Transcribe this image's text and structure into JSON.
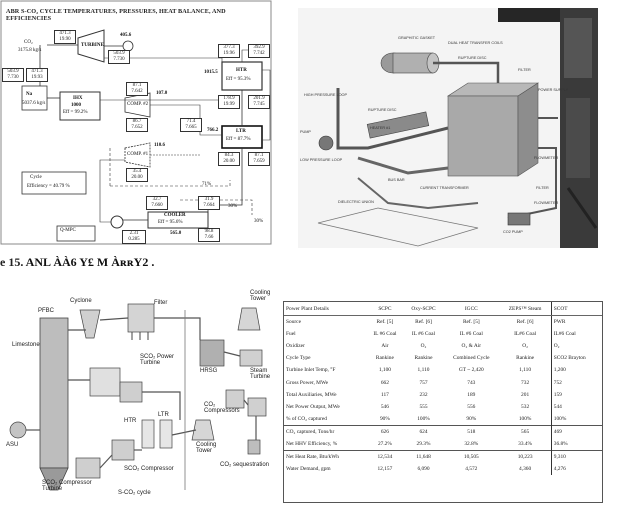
{
  "cycle_diagram": {
    "title": "ABR S-CO₂ CYCLE TEMPERATURES, PRESSURES, HEAT BALANCE, AND EFFICIENCIES",
    "co2_label": "CO₂",
    "co2_flow": "3175.8 kg/s",
    "na_label": "Na",
    "na_flow": "5037.6 kg/s",
    "turbine": "TURBINE",
    "turbine_power": "405.6",
    "ihx": "IHX",
    "ihx_duty": "1000",
    "ihx_eff": "Eff = 99.2%",
    "htr": "HTR",
    "htr_eff": "Eff = 95.3%",
    "ltr": "LTR",
    "ltr_eff": "Eff = 87.7%",
    "comp2": "COMP. #2",
    "comp1": "COMP. #1",
    "cooler": "COOLER",
    "cooler_eff": "Eff = 95.6%",
    "cycle_label": "Cycle",
    "cycle_eff": "Efficiency = 40.79 %",
    "htr_duty": "1015.5",
    "ltr_duty": "766.2",
    "comp2_power": "107.0",
    "comp1_power": "110.6",
    "cooler_duty": "565.0",
    "pct71": "71%",
    "pct30a": "30%",
    "pct30b": "30%",
    "qmpc": "Q-MPC",
    "boxes": [
      {
        "t": "471.3",
        "p": "19.90"
      },
      {
        "t": "503.9",
        "p": "7.730"
      },
      {
        "t": "471.3",
        "p": "19.93"
      },
      {
        "t": "503.9",
        "p": "7.730"
      },
      {
        "t": "377.3",
        "p": "19.96"
      },
      {
        "t": "392.9",
        "p": "7.742"
      },
      {
        "t": "178.9",
        "p": "19.99"
      },
      {
        "t": "201.9",
        "p": "7.745"
      },
      {
        "t": "87.1",
        "p": "7.642"
      },
      {
        "t": "86.7",
        "p": "7.652"
      },
      {
        "t": "71.4",
        "p": "7.665"
      },
      {
        "t": "84.3",
        "p": "20.00"
      },
      {
        "t": "87.1",
        "p": "7.659"
      },
      {
        "t": "32.7",
        "p": "7.660"
      },
      {
        "t": "31.9",
        "p": "7.664"
      },
      {
        "t": "35.4",
        "p": "20.00"
      },
      {
        "t": "98.8",
        "p": "7.66"
      },
      {
        "t": "2.31",
        "p": "0.285"
      }
    ]
  },
  "apparatus": {
    "labels": [
      "GRAPHITIC GASKET",
      "DUAL HEAT TRANSFER COILS",
      "RUPTURE DISC",
      "FILTER",
      "POWER SUPPLY",
      "HIGH PRESSURE LOOP",
      "RUPTURE DISC",
      "HEATER #1",
      "FLOWMETER",
      "PUMP",
      "LOW PRESSURE LOOP",
      "BUS BAR",
      "CURRENT TRANSFORMER",
      "DIELECTRIC UNION",
      "FILTER",
      "FLOWMETER",
      "CO2 PUMP"
    ]
  },
  "caption": {
    "number": "e 15.",
    "text": "ANL ÀÀ6  Y£  M ÀʀʀY2 ."
  },
  "plant": {
    "labels": [
      "Cyclone",
      "Filter",
      "PFBC",
      "Limestone",
      "SCO₂ Power Turbine",
      "HTR",
      "LTR",
      "HRSG",
      "Cooling Tower",
      "Steam Turbine",
      "CO₂ Compressors",
      "SCO₂ Compressor",
      "Cooling Tower",
      "ASU",
      "SCO₂ Compressor Turbine",
      "S-CO₂ cycle",
      "CO₂ sequestration"
    ]
  },
  "table": {
    "headers": [
      "Power Plant Details",
      "SCPC",
      "Oxy-SCPC",
      "IGCC",
      "ZEPS™ Steam",
      "SCOT"
    ],
    "rows": [
      [
        "Source",
        "Ref. [5]",
        "Ref. [6]",
        "Ref. [5]",
        "Ref. [6]",
        "PWR"
      ],
      [
        "Fuel",
        "IL #6 Coal",
        "IL #6 Coal",
        "IL #6 Coal",
        "IL#6 Coal",
        "IL#6 Coal"
      ],
      [
        "Oxidizer",
        "Air",
        "O₂",
        "O₂ & Air",
        "O₂",
        "O₂"
      ],
      [
        "Cycle Type",
        "Rankine",
        "Rankine",
        "Combined Cycle",
        "Rankine",
        "SCO2 Brayton"
      ],
      [
        "Turbine Inlet Temp, °F",
        "1,100",
        "1,110",
        "GT ~ 2,420",
        "1,110",
        "1,200"
      ],
      [
        "Gross Power, MWe",
        "662",
        "757",
        "743",
        "732",
        "752"
      ],
      [
        "Total Auxiliaries, MWe",
        "117",
        "232",
        "189",
        "201",
        "159"
      ],
      [
        "Net Power Output, MWe",
        "546",
        "555",
        "556",
        "532",
        "544"
      ],
      [
        "% of CO₂ captured",
        "90%",
        "100%",
        "90%",
        "100%",
        "100%"
      ],
      [
        "CO₂ captured, Tons/hr",
        "626",
        "624",
        "518",
        "565",
        "469"
      ],
      [
        "Net HHV Efficiency, %",
        "27.2%",
        "29.3%",
        "32.8%",
        "33.4%",
        "36.8%"
      ],
      [
        "Net Heat Rate, Btu/kWh",
        "12,534",
        "11,648",
        "10,505",
        "10,223",
        "9,310"
      ],
      [
        "Water Demand, gpm",
        "12,157",
        "6,090",
        "4,572",
        "4,360",
        "4,276"
      ]
    ]
  }
}
